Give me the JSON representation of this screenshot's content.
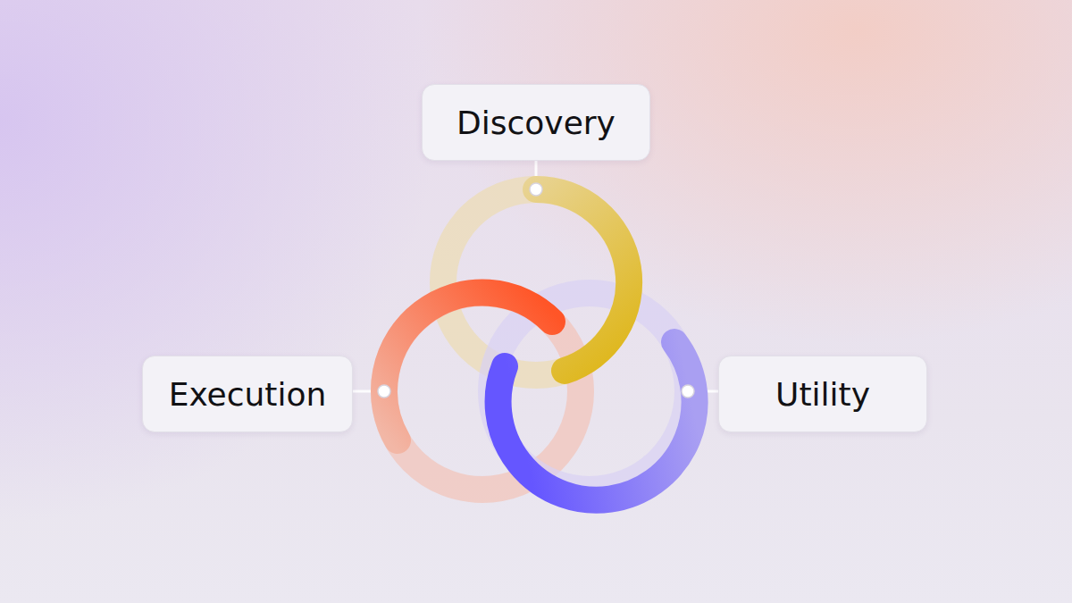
{
  "diagram": {
    "nodes": [
      {
        "text": [
          "Discovery"
        ]
      },
      {
        "text": [
          "Execution"
        ]
      },
      {
        "text": [
          "Utility"
        ]
      }
    ]
  }
}
